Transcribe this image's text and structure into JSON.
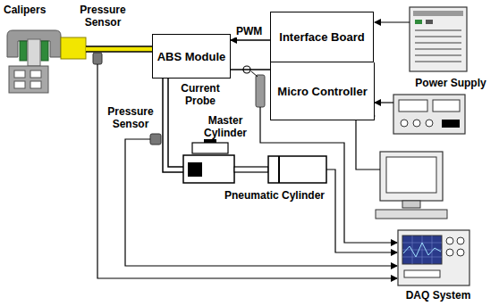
{
  "diagram": {
    "nodes": [
      {
        "text": [
          "ABS Module"
        ]
      },
      {
        "text": [
          "Interface Board"
        ]
      },
      {
        "text": [
          "Micro Controller"
        ]
      }
    ],
    "edges": [
      {
        "from": 1,
        "to": 0,
        "arrow": "to",
        "label": "PWM"
      },
      {
        "from": 0,
        "to": 2,
        "arrow": "none"
      }
    ],
    "labels": [
      "Calipers",
      "Pressure Sensor",
      "Current Probe",
      "Pressure Sensor",
      "Master Cylinder",
      "Pneumatic Cylinder",
      "Power Supply",
      "DAQ System"
    ]
  }
}
